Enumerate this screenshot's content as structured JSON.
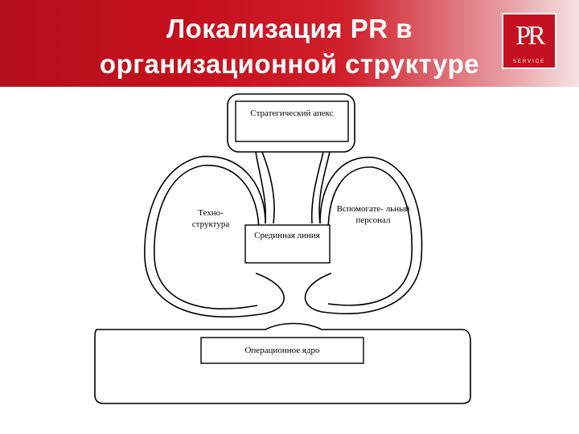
{
  "header": {
    "title_line1": "Локализация PR в",
    "title_line2": "организационной структуре",
    "bg_color": "#c8101e"
  },
  "logo": {
    "letters": "PR",
    "subtext": "SERVICE",
    "color": "#c41020"
  },
  "diagram": {
    "strategic_apex": "Стратегический апекс",
    "technostructure": "Техно- структура",
    "support_staff": "Вспомогате- льный персонал",
    "middle_line": "Срединная линия",
    "operating_core": "Операционное ядро"
  }
}
